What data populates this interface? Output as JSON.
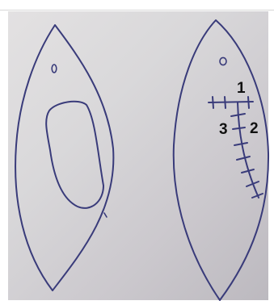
{
  "labels": {
    "suture_1": "1",
    "suture_2": "2",
    "suture_3": "3"
  },
  "colors": {
    "ink": "#393b7a",
    "paper": "#d9d8da",
    "labels": "#111111"
  },
  "icons": {
    "left_shape": "wound-ellipse",
    "right_shape": "sutured-ellipse"
  }
}
